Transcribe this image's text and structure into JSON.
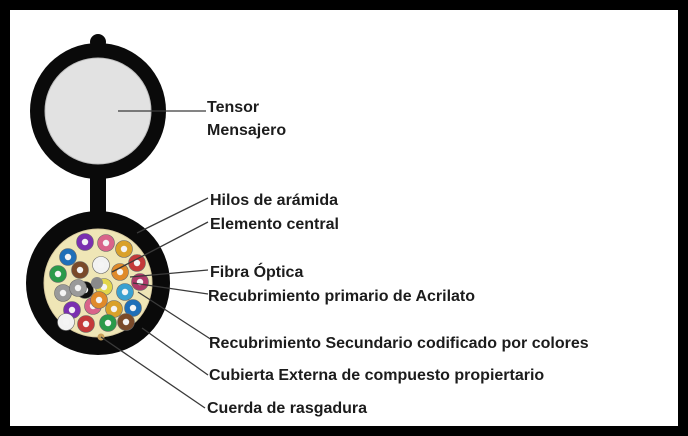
{
  "labels": {
    "tensor": "Tensor",
    "mensajero": "Mensajero",
    "hilos": "Hilos de arámida",
    "elemento_central": "Elemento central",
    "fibra_optica": "Fibra Óptica",
    "recubrimiento_primario": "Recubrimiento primario de Acrilato",
    "recubrimiento_secundario": "Recubrimiento Secundario codificado por colores",
    "cubierta_externa": "Cubierta Externa de compuesto propiertario",
    "cuerda": "Cuerda de rasgadura"
  },
  "colors": {
    "frame": "#000000",
    "jacket": "#0a0a0a",
    "messenger": "#e2e2e2",
    "aramid": "#efe6b6",
    "leader_line": "#3a3a3a",
    "text": "#1c1c1c",
    "fibers": [
      "#7a2fb0",
      "#d9648a",
      "#d9a12a",
      "#1f6fb8",
      "#c43a3a",
      "#2a9a4a",
      "#7a4a2a",
      "#f2f2f2",
      "#e08a2a",
      "#9a9a9a",
      "#101010",
      "#e2d64a",
      "#3aa0d0",
      "#b03a6a"
    ]
  }
}
